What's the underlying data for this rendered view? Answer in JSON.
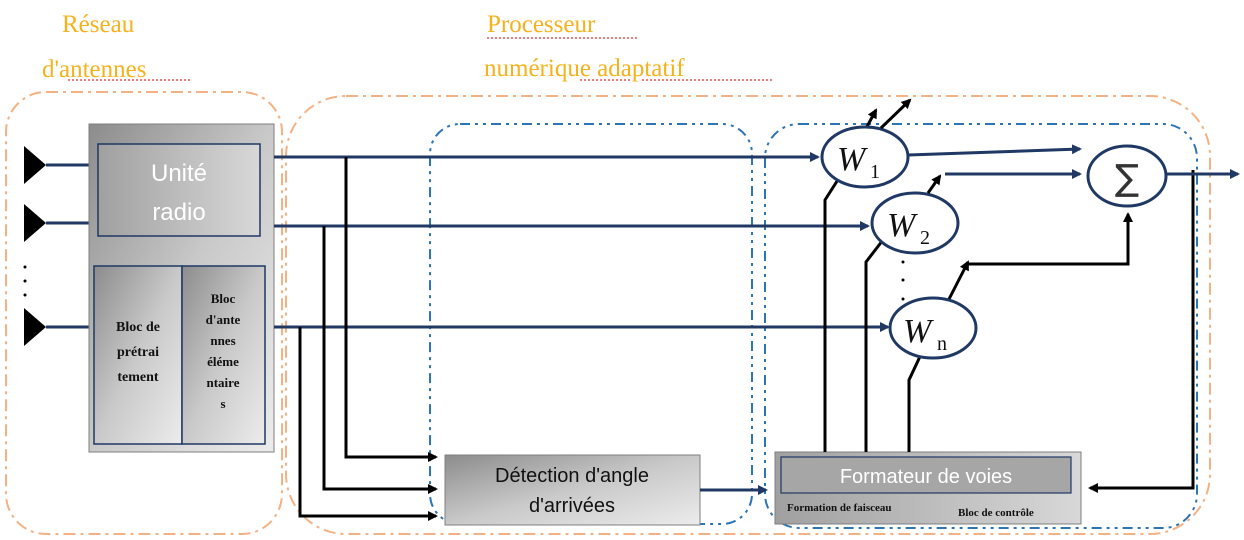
{
  "titles": {
    "antennas_line1": "Réseau",
    "antennas_line2": "d'antennes",
    "processor_line1": "Processeur",
    "processor_line2": "numérique adaptatif"
  },
  "radio_unit": {
    "label_line1": "Unité",
    "label_line2": "radio",
    "preprocessing_lines": [
      "Bloc de",
      "prétrai",
      "tement"
    ],
    "elementary_lines": [
      "Bloc",
      "d'ante",
      "nnes",
      "éléme",
      "ntaire",
      "s"
    ]
  },
  "doa_block": {
    "line1": "Détection d'angle",
    "line2": "d'arrivées"
  },
  "beamformer": {
    "title": "Formateur de voies",
    "sub_left": "Formation de faisceau",
    "sub_right": "Bloc de contrôle"
  },
  "weights": [
    {
      "name": "W",
      "sub": "1"
    },
    {
      "name": "W",
      "sub": "2"
    },
    {
      "name": "W",
      "sub": "n"
    }
  ],
  "summation_symbol": "∑",
  "ellipsis_dots": ".",
  "colors": {
    "title": "#f5b21a",
    "orange_dashed": "#f4b183",
    "blue_dashed": "#2e75b6",
    "signal_line": "#1f3864",
    "grey_block": "#a6a6a6"
  }
}
